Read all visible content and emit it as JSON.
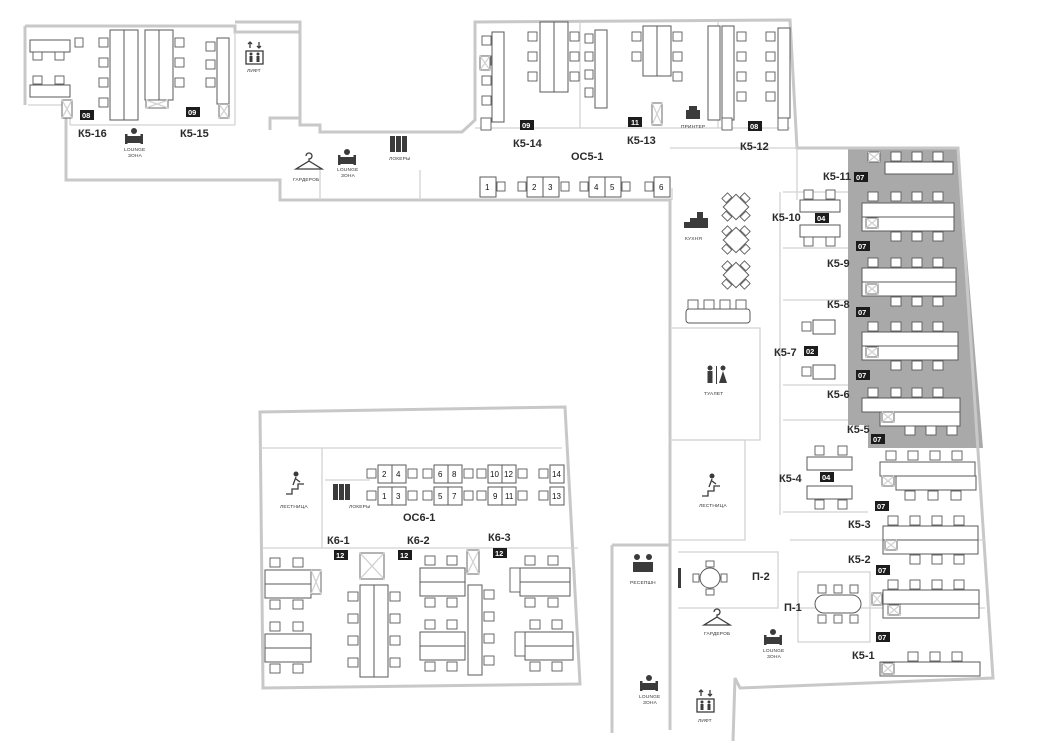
{
  "colors": {
    "wall": "#c8c8c8",
    "highlight": "#a9a9a9",
    "furniture_stroke": "#5a5a5a",
    "badge": "#1c1c1c",
    "text": "#2b2b2b"
  },
  "rooms": {
    "k5_16": "К5-16",
    "k5_15": "К5-15",
    "k5_14": "К5-14",
    "k5_13": "К5-13",
    "k5_12": "К5-12",
    "k5_11": "К5-11",
    "k5_10": "К5-10",
    "k5_9": "К5-9",
    "k5_8": "К5-8",
    "k5_7": "К5-7",
    "k5_6": "К5-6",
    "k5_5": "К5-5",
    "k5_4": "К5-4",
    "k5_3": "К5-3",
    "k5_2": "К5-2",
    "k5_1": "К5-1",
    "os5_1": "ОС5-1",
    "os6_1": "ОС6-1",
    "k6_1": "К6-1",
    "k6_2": "К6-2",
    "k6_3": "К6-3",
    "p_1": "П-1",
    "p_2": "П-2"
  },
  "facilities": {
    "lift_top": "ЛИФТ",
    "lift_bottom": "ЛИФТ",
    "lounge_top_1": "LOUNGE",
    "lounge_top_1b": "ЗОНА",
    "lounge_top_2": "LOUNGE",
    "lounge_top_2b": "ЗОНА",
    "lounge_mid": "LOUNGE",
    "lounge_mid_b": "ЗОНА",
    "lounge_bottom": "LOUNGE",
    "lounge_bottom_b": "ЗОНА",
    "wardrobe_top": "ГАРДЕРОБ",
    "wardrobe_bottom": "ГАРДЕРОБ",
    "lockers_top": "ЛОКЕРЫ",
    "lockers_bottom": "ЛОКЕРЫ",
    "printer": "ПРИНТЕР",
    "kitchen": "КУХНЯ",
    "toilet": "ТУАЛЕТ",
    "stairs_right": "ЛЕСТНИЦА",
    "stairs_left": "ЛЕСТНИЦА",
    "reception": "РЕСЕПШН"
  },
  "badges": {
    "b_k5_16": "08",
    "b_k5_15": "09",
    "b_k5_14": "09",
    "b_k5_13": "11",
    "b_k5_12": "08",
    "b_k5_11": "07",
    "b_k5_10": "04",
    "b_k5_9": "07",
    "b_k5_8": "07",
    "b_k5_7": "02",
    "b_k5_6": "07",
    "b_k5_5": "07",
    "b_k5_4": "04",
    "b_k5_3": "07",
    "b_k5_2": "07",
    "b_k5_1": "07",
    "b_k6_1": "12",
    "b_k6_2": "12",
    "b_k6_3": "12"
  },
  "os5_places": [
    "1",
    "2",
    "3",
    "4",
    "5",
    "6"
  ],
  "os6_places": [
    "2",
    "4",
    "6",
    "8",
    "10",
    "12",
    "14",
    "1",
    "3",
    "5",
    "7",
    "9",
    "11",
    "13"
  ]
}
